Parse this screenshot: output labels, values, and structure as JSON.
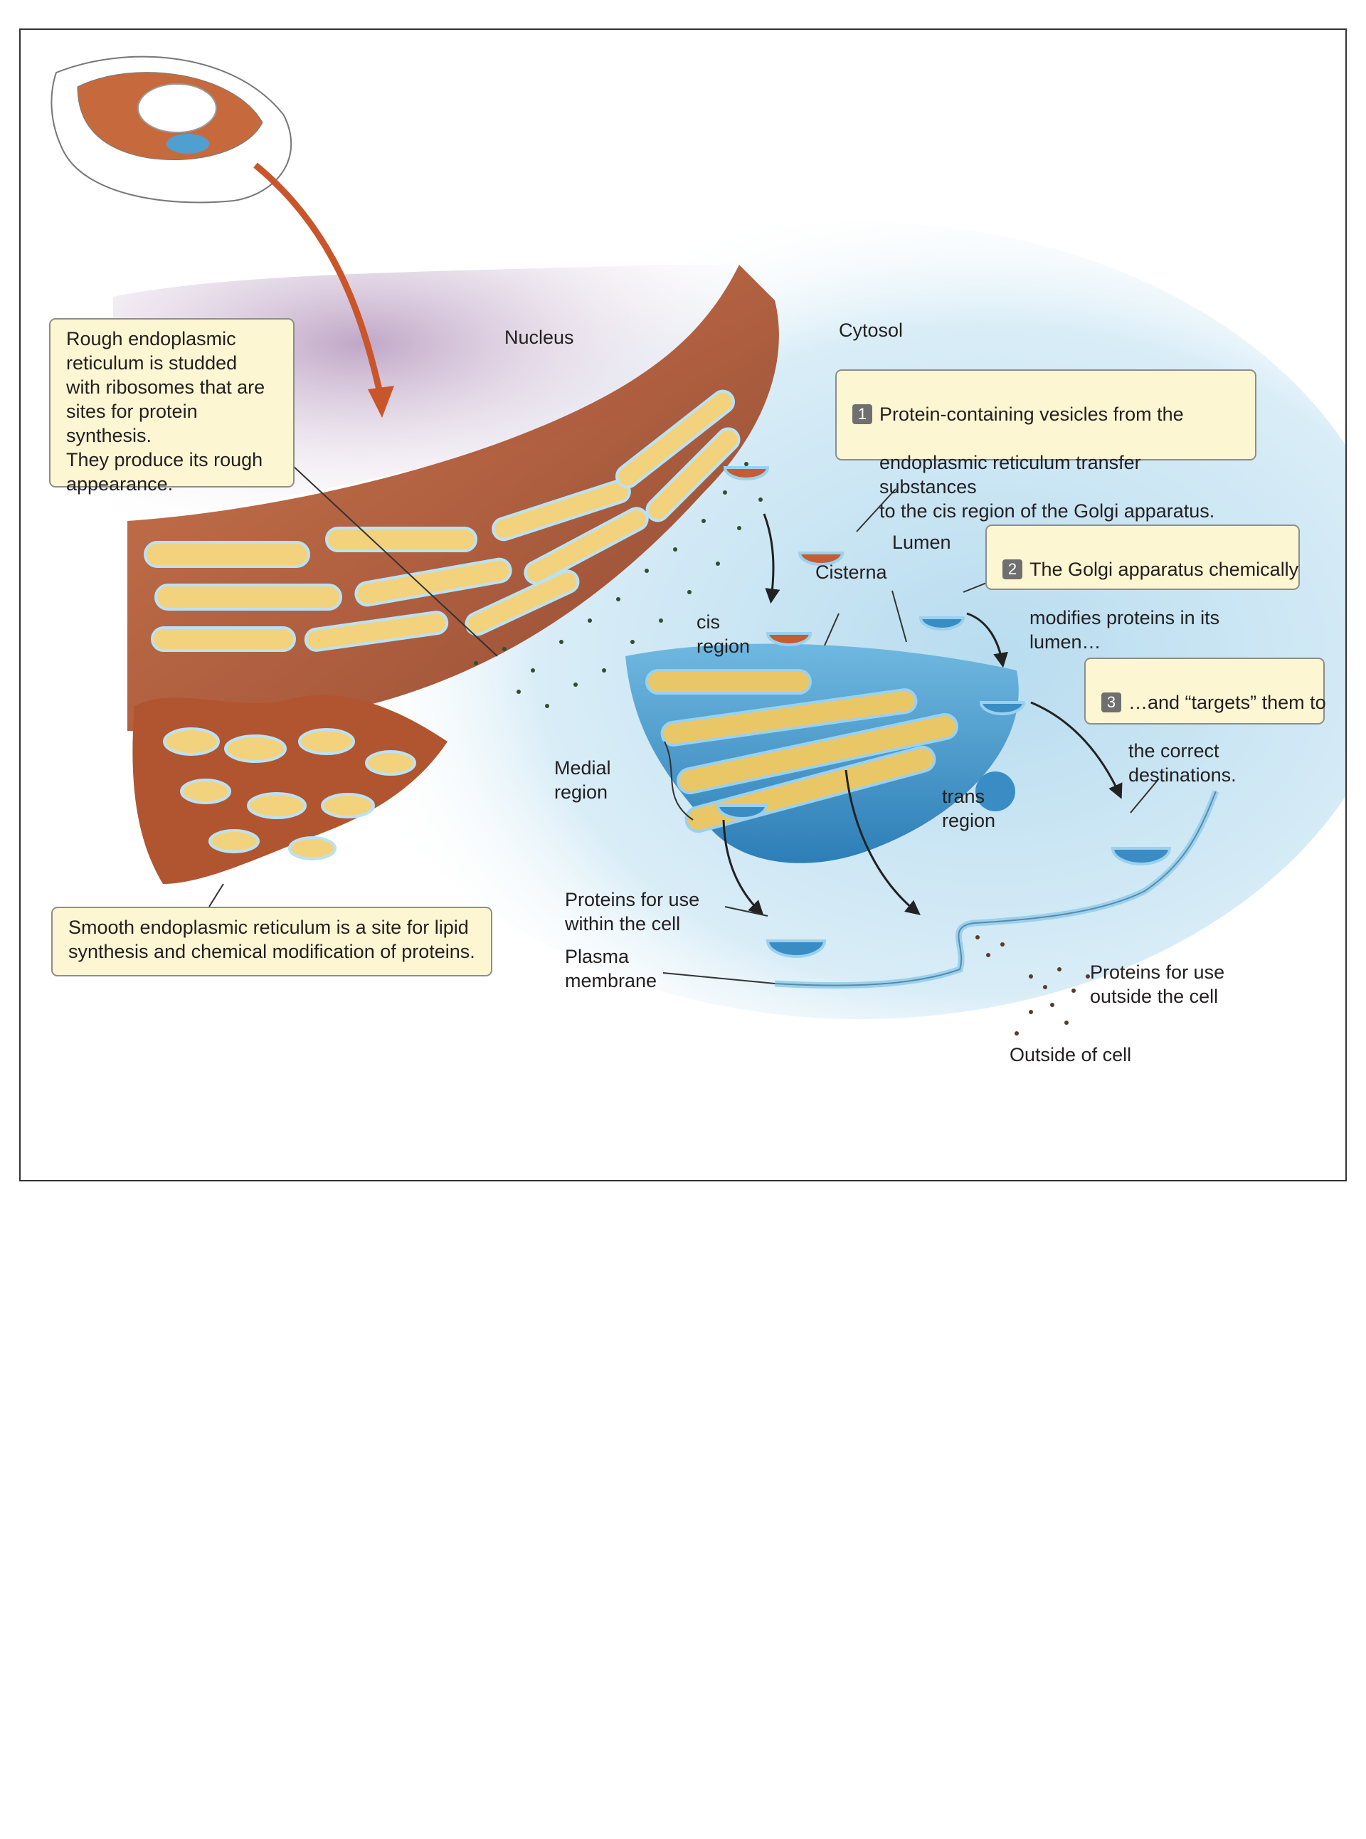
{
  "labels": {
    "nucleus": "Nucleus",
    "cytosol": "Cytosol",
    "lumen": "Lumen",
    "cisterna": "Cisterna",
    "cis_region": "cis\nregion",
    "medial_region": "Medial\nregion",
    "trans_region": "trans\nregion",
    "proteins_within": "Proteins for use\nwithin the cell",
    "plasma_membrane": "Plasma\nmembrane",
    "proteins_outside": "Proteins for use\noutside the cell",
    "outside_of_cell": "Outside of cell"
  },
  "callouts": {
    "rough_er": "Rough endoplasmic\nreticulum is studded\nwith ribosomes that are\nsites for protein synthesis.\nThey produce its rough\nappearance.",
    "smooth_er": "Smooth endoplasmic reticulum is a site for lipid\nsynthesis and chemical modification of proteins.",
    "step1": {
      "number": "1",
      "line1": "Protein-containing vesicles from the",
      "rest": "endoplasmic reticulum transfer substances\nto the cis region of the Golgi apparatus."
    },
    "step2": {
      "number": "2",
      "line1": "The Golgi apparatus chemically",
      "rest": "modifies proteins in its lumen…"
    },
    "step3": {
      "number": "3",
      "line1": "…and “targets” them to",
      "rest": "the correct destinations."
    }
  },
  "colors": {
    "nucleus": "#c9b3d0",
    "cytosol": "#cfe6f3",
    "rough_er": "#b6562f",
    "er_lumen": "#f3d27e",
    "golgi": "#4f9fd1",
    "arrow_orange": "#c9552a",
    "callout_fill": "#fdf6d2"
  }
}
